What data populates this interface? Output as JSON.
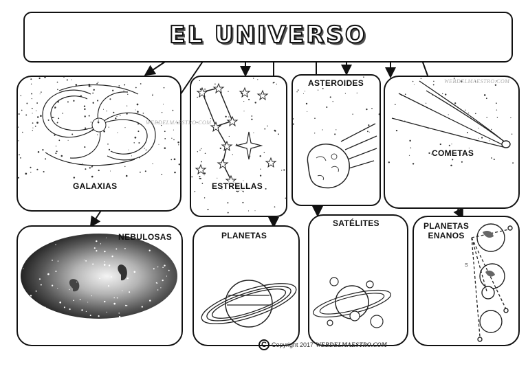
{
  "title": "EL UNIVERSO",
  "nodes": [
    {
      "id": "galaxias",
      "label": "GALAXIAS"
    },
    {
      "id": "estrellas",
      "label": "ESTRELLAS"
    },
    {
      "id": "asteroides",
      "label": "ASTEROIDES"
    },
    {
      "id": "cometas",
      "label": "COMETAS"
    },
    {
      "id": "nebulosas",
      "label": "NEBULOSAS"
    },
    {
      "id": "planetas",
      "label": "PLANETAS"
    },
    {
      "id": "satelites",
      "label": "SATÉLITES"
    },
    {
      "id": "planetas_enanos",
      "label": "PLANETAS\nENANOS"
    }
  ],
  "edges": [
    {
      "from": "title",
      "to": "galaxias"
    },
    {
      "from": "title",
      "to": "estrellas"
    },
    {
      "from": "title",
      "to": "asteroides"
    },
    {
      "from": "title",
      "to": "cometas"
    },
    {
      "from": "title",
      "to": "nebulosas"
    },
    {
      "from": "title",
      "to": "planetas"
    },
    {
      "from": "title",
      "to": "satelites"
    },
    {
      "from": "title",
      "to": "planetas_enanos"
    }
  ],
  "watermark": "WEBDELMAESTRO.COM",
  "copyright": {
    "symbol": "C",
    "text": "Copyright 2017",
    "brand": "WEBDELMAESTRO.COM"
  },
  "colors": {
    "ink": "#111111",
    "paper": "#ffffff"
  }
}
